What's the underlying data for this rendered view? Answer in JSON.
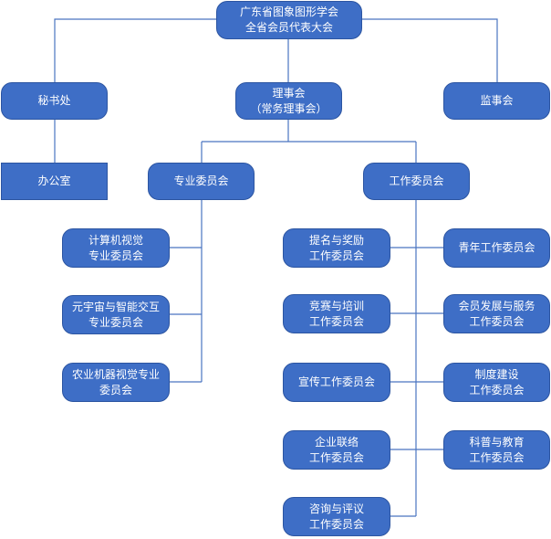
{
  "nodes": {
    "root": {
      "line1": "广东省图象图形学会",
      "line2": "全省会员代表大会"
    },
    "secretariat": {
      "line1": "秘书处"
    },
    "council": {
      "line1": "理事会",
      "line2": "（常务理事会）"
    },
    "supervisors": {
      "line1": "监事会"
    },
    "office": {
      "line1": "办公室"
    },
    "prof_committee": {
      "line1": "专业委员会"
    },
    "work_committee": {
      "line1": "工作委员会"
    },
    "cv": {
      "line1": "计算机视觉",
      "line2": "专业委员会"
    },
    "metaverse": {
      "line1": "元宇宙与智能交互",
      "line2": "专业委员会"
    },
    "agri": {
      "line1": "农业机器视觉专业",
      "line2": "委员会"
    },
    "nomination": {
      "line1": "提名与奖励",
      "line2": "工作委员会"
    },
    "competition": {
      "line1": "竞赛与培训",
      "line2": "工作委员会"
    },
    "publicity": {
      "line1": "宣传工作委员会"
    },
    "enterprise": {
      "line1": "企业联络",
      "line2": "工作委员会"
    },
    "consulting": {
      "line1": "咨询与评议",
      "line2": "工作委员会"
    },
    "youth": {
      "line1": "青年工作委员会"
    },
    "membership": {
      "line1": "会员发展与服务",
      "line2": "工作委员会"
    },
    "institution": {
      "line1": "制度建设",
      "line2": "工作委员会"
    },
    "science": {
      "line1": "科普与教育",
      "line2": "工作委员会"
    }
  },
  "colors": {
    "node_fill": "#3e6ec6",
    "node_border": "#2c55a1",
    "connector": "#4a74c0",
    "text": "#ffffff"
  }
}
